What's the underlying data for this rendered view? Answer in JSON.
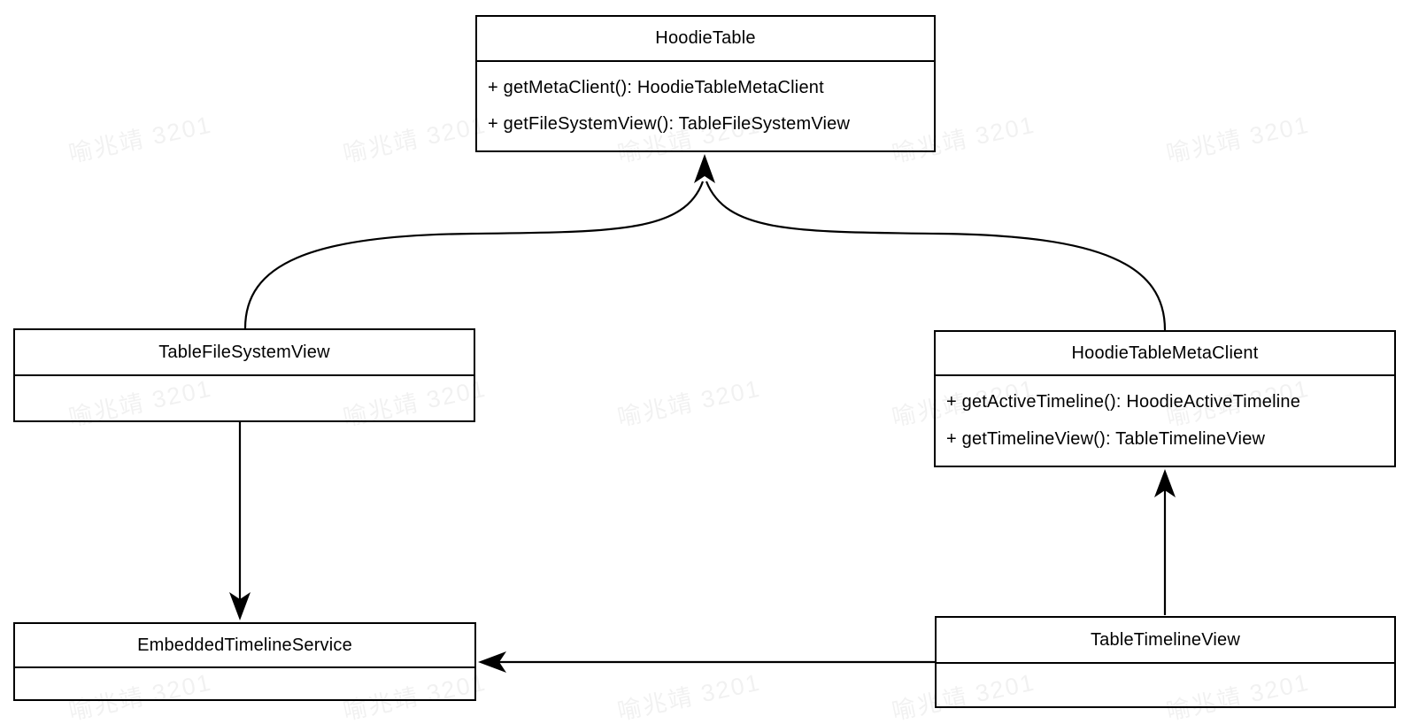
{
  "diagram": {
    "title_hint": "UML class diagram",
    "watermark": {
      "text": "喻兆靖 3201"
    },
    "colors": {
      "line": "#000000",
      "background": "#ffffff",
      "text": "#000000"
    },
    "classes": [
      {
        "name": "HoodieTable",
        "methods": [
          "+ getMetaClient(): HoodieTableMetaClient",
          "+ getFileSystemView(): TableFileSystemView"
        ]
      },
      {
        "name": "TableFileSystemView",
        "methods": []
      },
      {
        "name": "HoodieTableMetaClient",
        "methods": [
          "+ getActiveTimeline(): HoodieActiveTimeline",
          "+ getTimelineView(): TableTimelineView"
        ]
      },
      {
        "name": "EmbeddedTimelineService",
        "methods": []
      },
      {
        "name": "TableTimelineView",
        "methods": []
      }
    ],
    "relations": [
      {
        "from": "TableFileSystemView",
        "to": "HoodieTable",
        "style": "curved solid line, filled arrowhead at HoodieTable bottom center"
      },
      {
        "from": "HoodieTableMetaClient",
        "to": "HoodieTable",
        "style": "curved solid line, filled arrowhead at HoodieTable bottom center"
      },
      {
        "from": "TableFileSystemView",
        "to": "EmbeddedTimelineService",
        "style": "straight vertical line, filled arrowhead pointing down"
      },
      {
        "from": "TableTimelineView",
        "to": "HoodieTableMetaClient",
        "style": "straight vertical line, filled arrowhead pointing up"
      },
      {
        "from": "TableTimelineView",
        "to": "EmbeddedTimelineService",
        "style": "straight horizontal line, filled arrowhead pointing left"
      }
    ]
  }
}
